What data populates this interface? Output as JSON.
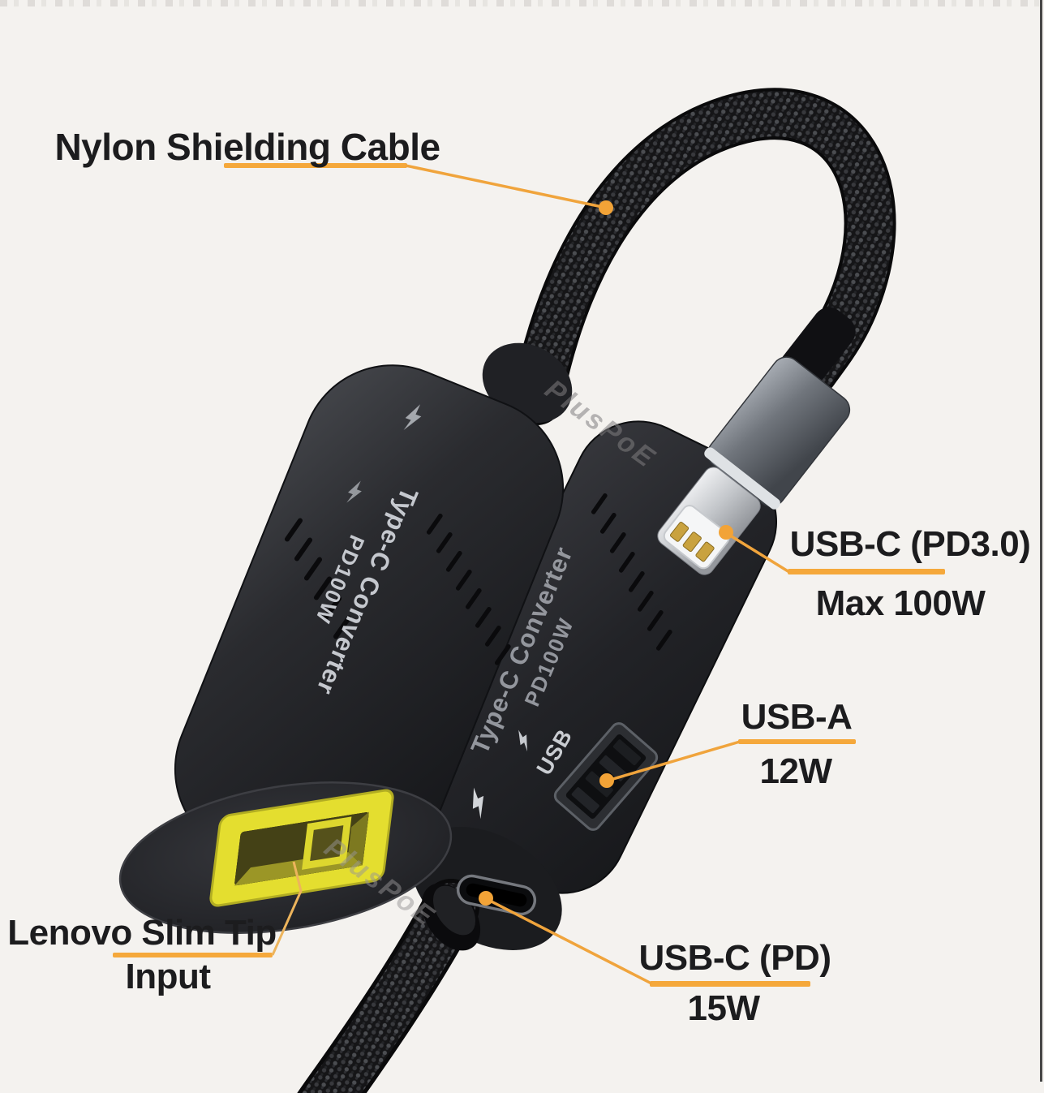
{
  "annotations": {
    "cable": {
      "label": "Nylon Shielding Cable"
    },
    "usb_c_pd3": {
      "title": "USB-C (PD3.0)",
      "power": "Max 100W"
    },
    "usb_a": {
      "title": "USB-A",
      "power": "12W"
    },
    "usb_c_pd": {
      "title": "USB-C (PD)",
      "power": "15W"
    },
    "lenovo_tip": {
      "title": "Lenovo Slim Tip",
      "subtitle": "Input"
    }
  },
  "device": {
    "print_line1": "Type-C Converter",
    "print_line2": "PD100W",
    "usb_port_label": "USB",
    "watermark": "PlusPoE"
  },
  "colors": {
    "accent_orange": "#F5A83B",
    "tip_yellow": "#E4DE2F",
    "body_black": "#1B1C1F",
    "background": "#F4F2EF"
  }
}
